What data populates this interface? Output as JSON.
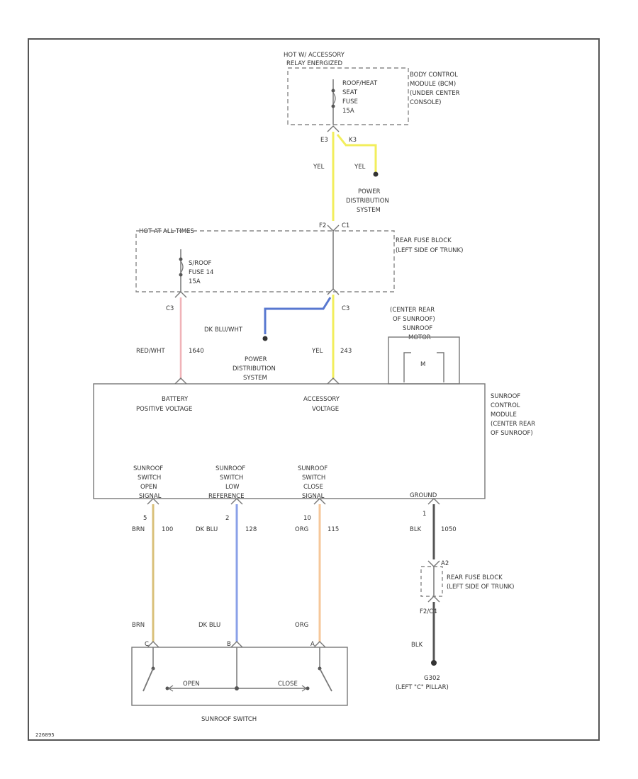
{
  "colors": {
    "frame": "#555555",
    "wire_gray": "#777777",
    "yel": "#f2ee5c",
    "red_wht": "#f0b3b8",
    "dk_blu_wht": "#5878d0",
    "brn": "#d9c07a",
    "dk_blu": "#8aa0e8",
    "org": "#f6c79a",
    "blk": "#555555"
  },
  "top_block": {
    "header_line1": "HOT W/ ACCESSORY",
    "header_line2": "RELAY ENERGIZED",
    "fuse_line1": "ROOF/HEAT",
    "fuse_line2": "SEAT",
    "fuse_line3": "FUSE",
    "fuse_line4": "15A",
    "module_line1": "BODY CONTROL",
    "module_line2": "MODULE (BCM)",
    "module_line3": "(UNDER CENTER",
    "module_line4": "CONSOLE)",
    "pin_left": "E3",
    "pin_right": "K3",
    "wire_left": "YEL",
    "wire_right": "YEL",
    "pds_line1": "POWER",
    "pds_line2": "DISTRIBUTION",
    "pds_line3": "SYSTEM"
  },
  "rear_fuse": {
    "header": "HOT AT ALL TIMES",
    "fuse_line1": "S/ROOF",
    "fuse_line2": "FUSE 14",
    "fuse_line3": "15A",
    "block_line1": "REAR FUSE BLOCK",
    "block_line2": "(LEFT SIDE OF TRUNK)",
    "pin_top_left": "F2",
    "pin_top_right": "C1",
    "pin_bottom_left": "C3",
    "pin_bottom_right": "C3"
  },
  "mid_wires": {
    "red_wht_label": "RED/WHT",
    "red_wht_circuit": "1640",
    "dk_blu_wht_label": "DK BLU/WHT",
    "yel_label": "YEL",
    "yel_circuit": "243",
    "pds_line1": "POWER",
    "pds_line2": "DISTRIBUTION",
    "pds_line3": "SYSTEM"
  },
  "motor": {
    "line1": "(CENTER REAR",
    "line2": "OF SUNROOF)",
    "line3": "SUNROOF",
    "line4": "MOTOR",
    "symbol": "M"
  },
  "module": {
    "battery_line1": "BATTERY",
    "battery_line2": "POSITIVE VOLTAGE",
    "accessory_line1": "ACCESSORY",
    "accessory_line2": "VOLTAGE",
    "name_line1": "SUNROOF",
    "name_line2": "CONTROL",
    "name_line3": "MODULE",
    "name_line4": "(CENTER REAR",
    "name_line5": "OF SUNROOF)",
    "open_line1": "SUNROOF",
    "open_line2": "SWITCH",
    "open_line3": "OPEN",
    "open_line4": "SIGNAL",
    "low_line1": "SUNROOF",
    "low_line2": "SWITCH",
    "low_line3": "LOW",
    "low_line4": "REFERENCE",
    "close_line1": "SUNROOF",
    "close_line2": "SWITCH",
    "close_line3": "CLOSE",
    "close_line4": "SIGNAL",
    "ground_label": "GROUND"
  },
  "lower_wires": {
    "open_pin": "5",
    "open_color": "BRN",
    "open_circuit": "100",
    "low_pin": "2",
    "low_color": "DK BLU",
    "low_circuit": "128",
    "close_pin": "10",
    "close_color": "ORG",
    "close_circuit": "115",
    "ground_pin": "1",
    "ground_color": "BLK",
    "ground_circuit": "1050",
    "brn_bottom": "BRN",
    "dk_blu_bottom": "DK BLU",
    "org_bottom": "ORG",
    "blk_bottom": "BLK"
  },
  "ground_path": {
    "pin_top": "A2",
    "block_line1": "REAR FUSE BLOCK",
    "block_line2": "(LEFT SIDE OF TRUNK)",
    "pin_bottom": "F2/C4",
    "ground_id": "G302",
    "ground_loc": "(LEFT \"C\" PILLAR)"
  },
  "switch": {
    "pin_left": "C",
    "pin_mid": "B",
    "pin_right": "A",
    "open_label": "OPEN",
    "close_label": "CLOSE",
    "name": "SUNROOF SWITCH"
  },
  "footer_code": "226895"
}
